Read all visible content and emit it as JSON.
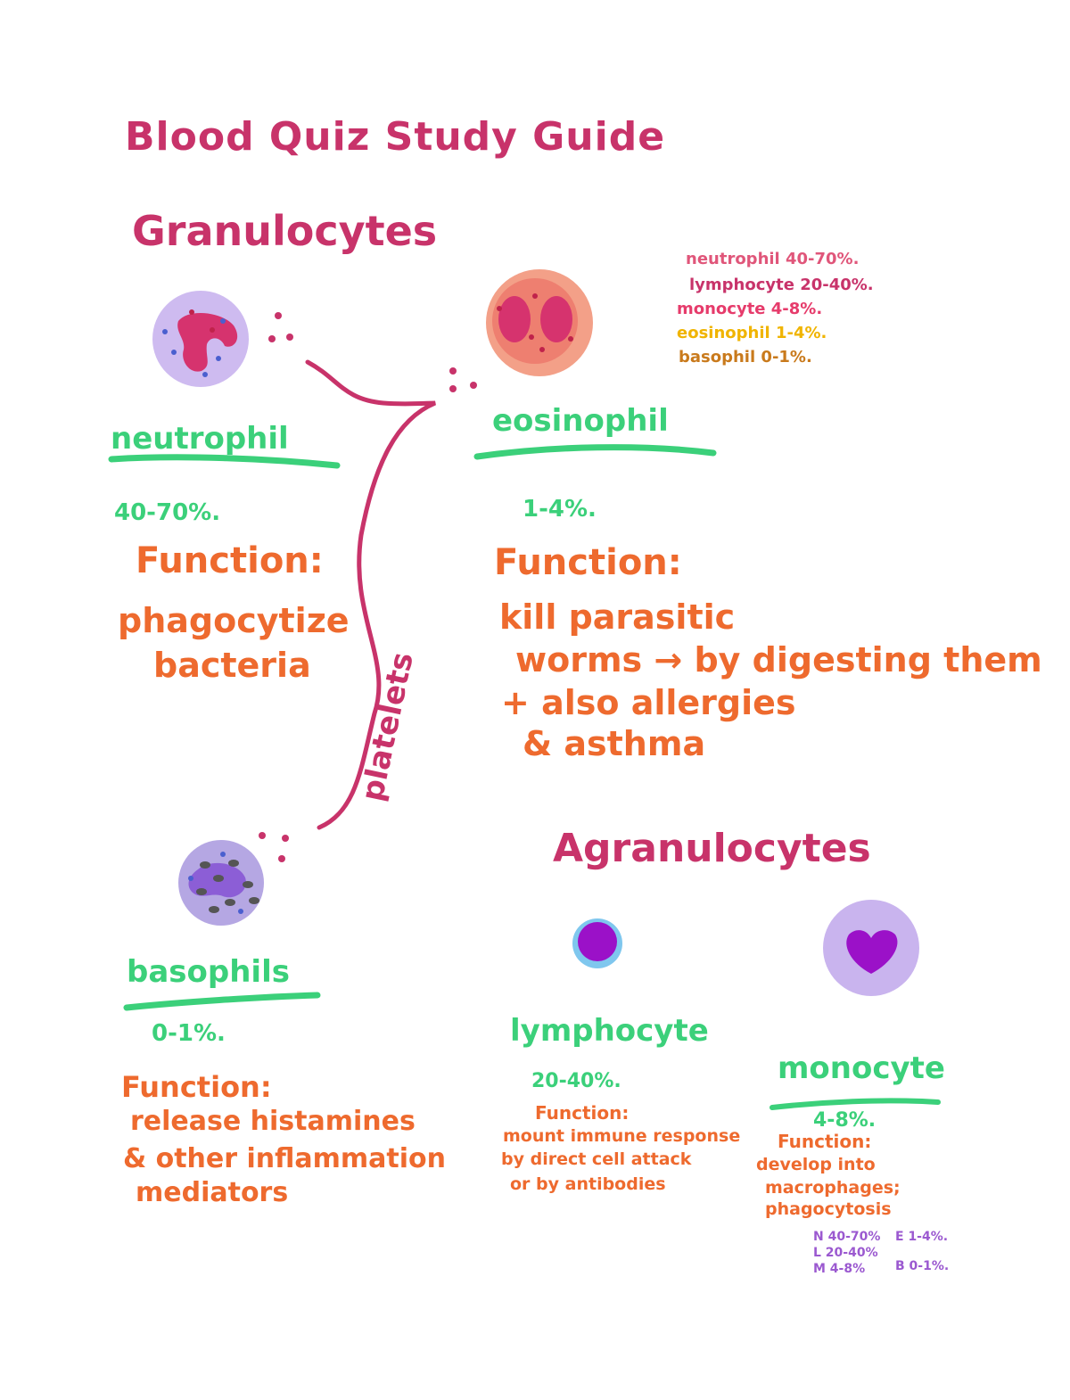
{
  "title": "Blood Quiz Study Guide",
  "headings": {
    "granulocytes": "Granulocytes",
    "agranulocytes": "Agranulocytes"
  },
  "branch_label": "platelets",
  "neutrophil": {
    "name": "neutrophil",
    "percent": "40-70%.",
    "function_label": "Function:",
    "function_lines": [
      "phagocytize",
      "bacteria"
    ]
  },
  "eosinophil": {
    "name": "eosinophil",
    "percent": "1-4%.",
    "function_label": "Function:",
    "function_lines": [
      "kill parasitic",
      "worms → by digesting them",
      "+ also allergies",
      "& asthma"
    ]
  },
  "basophil": {
    "name": "basophils",
    "percent": "0-1%.",
    "function_label": "Function:",
    "function_lines": [
      "release histamines",
      "& other inflammation",
      "mediators"
    ]
  },
  "lymphocyte": {
    "name": "lymphocyte",
    "percent": "20-40%.",
    "function_label": "Function:",
    "function_lines": [
      "mount immune response",
      "by direct cell attack",
      "or by antibodies"
    ]
  },
  "monocyte": {
    "name": "monocyte",
    "percent": "4-8%.",
    "function_label": "Function:",
    "function_lines": [
      "develop into",
      "macrophages;",
      "phagocytosis"
    ]
  },
  "legend": [
    {
      "text": "neutrophil 40-70%.",
      "color": "#e0567a"
    },
    {
      "text": "lymphocyte 20-40%.",
      "color": "#c8336a"
    },
    {
      "text": "monocyte 4-8%.",
      "color": "#e63b6b"
    },
    {
      "text": "eosinophil 1-4%.",
      "color": "#f0b400"
    },
    {
      "text": "basophil 0-1%.",
      "color": "#c97a1c"
    }
  ],
  "key": {
    "left": [
      "N 40-70%",
      "L 20-40%",
      "M 4-8%"
    ],
    "right": [
      "E 1-4%.",
      "B 0-1%."
    ],
    "colors": {
      "N": "#29a9e0",
      "L": "#3bd07a",
      "M": "#29a9e0",
      "text": "#9b59d0"
    }
  },
  "colors": {
    "title": "#c8336a",
    "name": "#3bd07a",
    "function": "#ee6a2e"
  }
}
